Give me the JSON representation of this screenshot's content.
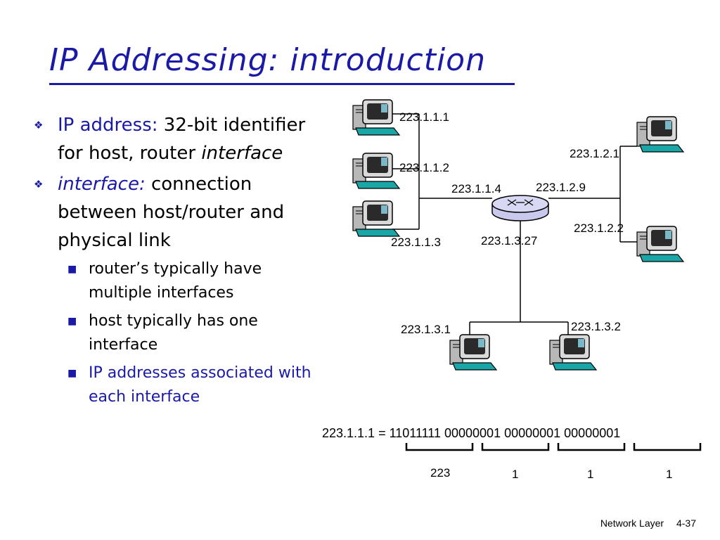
{
  "title": "IP Addressing: introduction",
  "bullets": {
    "b1_lead": "IP address:",
    "b1_rest1": " 32-bit identifier for host, router ",
    "b1_ital": "interface",
    "b2_lead": "interface:",
    "b2_rest": " connection between host/router and physical link",
    "sub1": "router’s typically have multiple interfaces",
    "sub2": "host typically has one interface",
    "sub3": "IP addresses associated with each interface"
  },
  "diagram": {
    "ips": {
      "h111": "223.1.1.1",
      "h112": "223.1.1.2",
      "h113": "223.1.1.3",
      "r114": "223.1.1.4",
      "r129": "223.1.2.9",
      "h121": "223.1.2.1",
      "h122": "223.1.2.2",
      "r1327": "223.1.3.27",
      "h131": "223.1.3.1",
      "h132": "223.1.3.2"
    },
    "binary_line": "223.1.1.1 = 11011111 00000001 00000001 00000001",
    "octets": [
      "223",
      "1",
      "1",
      "1"
    ]
  },
  "footer": {
    "section": "Network Layer",
    "page": "4-37"
  }
}
